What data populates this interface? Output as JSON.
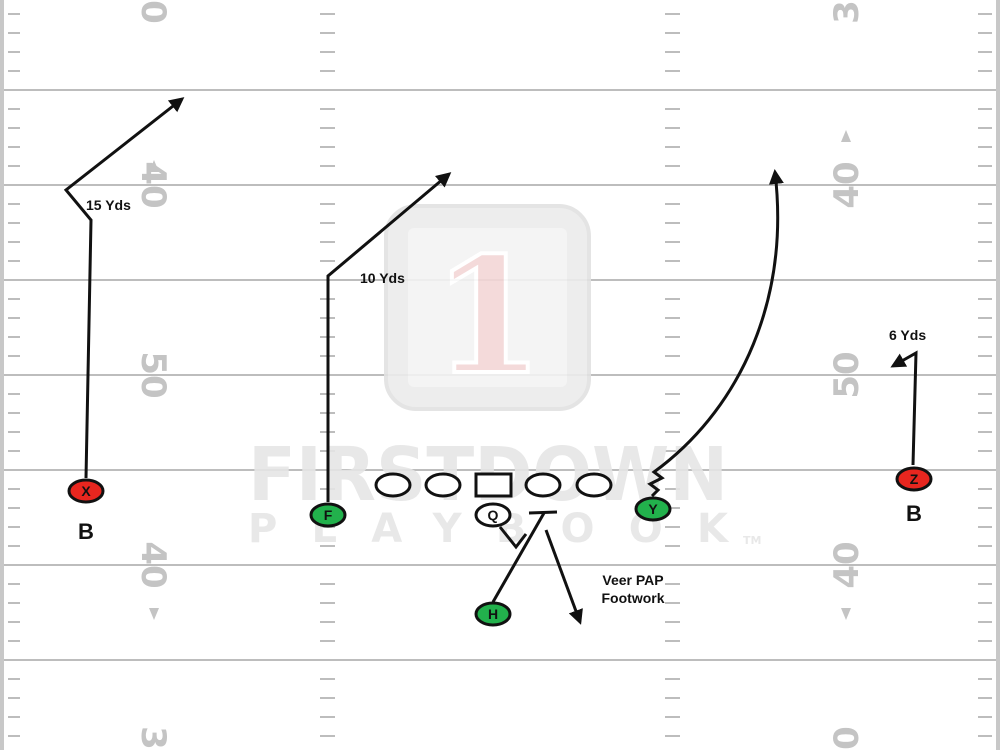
{
  "field": {
    "line_color": "#bdbdbd",
    "yard_numbers": [
      {
        "text": "0"
      },
      {
        "text": "3"
      },
      {
        "text": "40"
      },
      {
        "text": "40"
      },
      {
        "text": "50"
      },
      {
        "text": "50"
      },
      {
        "text": "40"
      },
      {
        "text": "40"
      },
      {
        "text": "3"
      },
      {
        "text": "0"
      }
    ]
  },
  "watermark": {
    "logo_digit": "1",
    "word_top": "FIRSTDOWN",
    "word_bottom": "PLAYBOOK",
    "trademark": "TM",
    "accent": "#f3d6d6"
  },
  "players": {
    "X": {
      "label": "X",
      "color": "#e8261f"
    },
    "F": {
      "label": "F",
      "color": "#22b14c"
    },
    "Q": {
      "label": "Q",
      "color": "#ffffff"
    },
    "Y": {
      "label": "Y",
      "color": "#22b14c"
    },
    "Z": {
      "label": "Z",
      "color": "#e8261f"
    },
    "H": {
      "label": "H",
      "color": "#22b14c"
    }
  },
  "labels": {
    "x_route": "15 Yds",
    "f_route": "10 Yds",
    "z_route": "6 Yds",
    "b_left": "B",
    "b_right": "B",
    "veer_line1": "Veer PAP",
    "veer_line2": "Footwork"
  }
}
